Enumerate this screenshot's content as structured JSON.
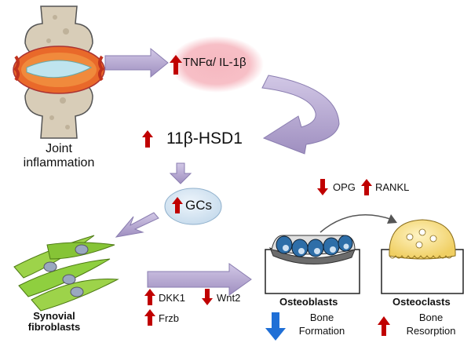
{
  "labels": {
    "joint_line1": "Joint",
    "joint_line2": "inflammation",
    "cytokines": "TNFα/ IL-1β",
    "enzyme": "11β-HSD1",
    "gcs": "GCs",
    "opg": "OPG",
    "rankl": "RANKL",
    "synovial_line1": "Synovial",
    "synovial_line2": "fibroblasts",
    "dkk1": "DKK1",
    "wnt2": "Wnt2",
    "frzb": "Frzb",
    "osteoblasts": "Osteoblasts",
    "osteoclasts": "Osteoclasts",
    "bone_formation_line1": "Bone",
    "bone_formation_line2": "Formation",
    "bone_resorption_line1": "Bone",
    "bone_resorption_line2": "Resorption"
  },
  "colors": {
    "up_arrow": "#c00000",
    "down_arrow_red": "#c00000",
    "down_arrow_blue": "#1f6fd6",
    "flow_arrow": "#b4a6cf",
    "cytokine_glow": "#f4a7b0",
    "gcs_bubble": "#d6e6f2",
    "fibroblast": "#8fcf3f",
    "osteoblast_cell": "#2e6ea8",
    "osteoclast_cell": "#f7e28a"
  },
  "icons": [
    "joint-illustration",
    "synovial-fibroblast-cells",
    "osteoblast-illustration",
    "osteoclast-illustration",
    "arrow-up-icon",
    "arrow-down-icon"
  ]
}
